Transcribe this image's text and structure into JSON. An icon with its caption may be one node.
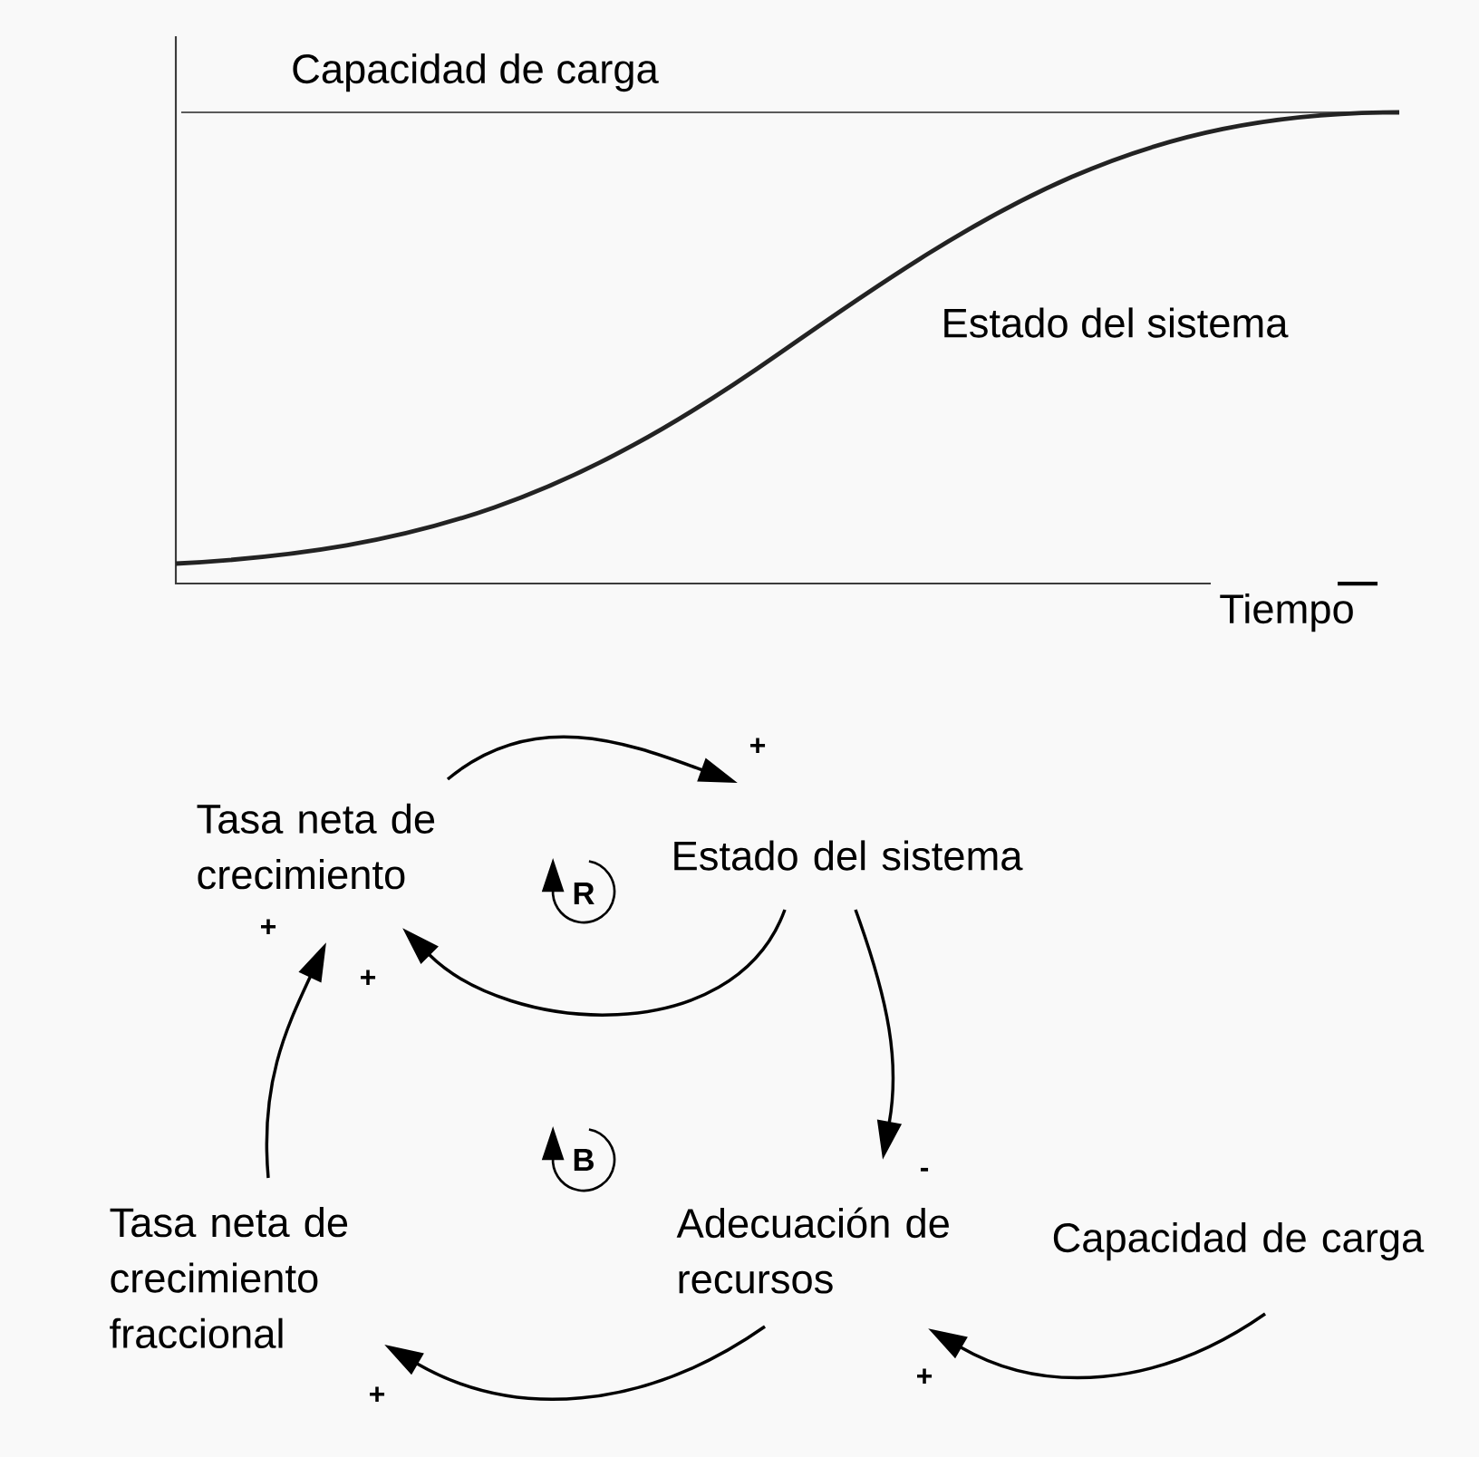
{
  "diagram": {
    "nodes": [
      {
        "text": [
          "Tasa neta de crecimiento"
        ]
      },
      {
        "text": [
          "Estado del sistema"
        ]
      },
      {
        "text": [
          "Tasa neta de crecimiento fraccional"
        ]
      },
      {
        "text": [
          "Adecuación de recursos"
        ]
      },
      {
        "text": [
          "Capacidad de carga"
        ]
      }
    ],
    "edges": [
      {
        "from": 0,
        "to": 1,
        "arrow": "to",
        "label": "+"
      },
      {
        "from": 1,
        "to": 0,
        "arrow": "to",
        "label": "+"
      },
      {
        "from": 1,
        "to": 3,
        "arrow": "to",
        "label": "-"
      },
      {
        "from": 3,
        "to": 2,
        "arrow": "to",
        "label": "+"
      },
      {
        "from": 4,
        "to": 3,
        "arrow": "to",
        "label": "+"
      },
      {
        "from": 2,
        "to": 0,
        "arrow": "to",
        "label": "+"
      }
    ],
    "labels": [
      "Capacidad de carga",
      "Estado del sistema",
      "Tiempo",
      "R",
      "B"
    ]
  }
}
